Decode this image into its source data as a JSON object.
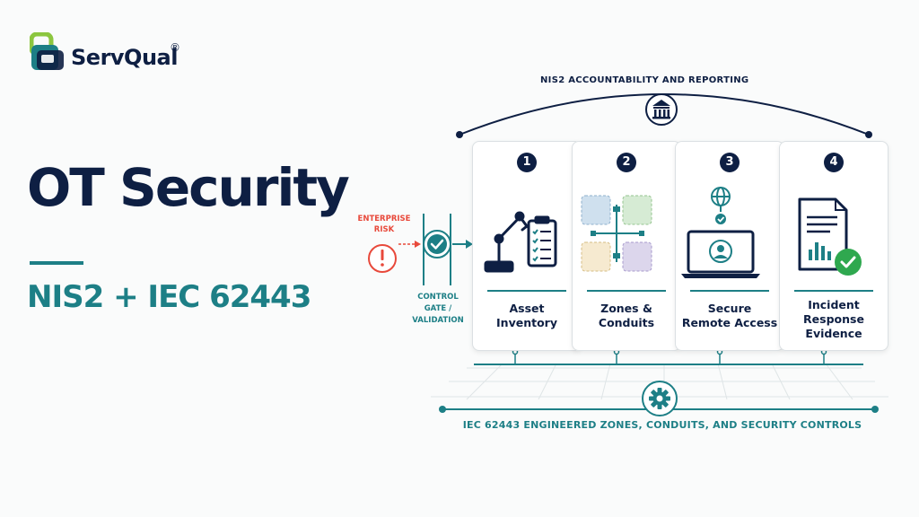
{
  "brand": {
    "name": "ServQual",
    "registered_mark": "®",
    "logo_icon": "layered-lock-logo-icon",
    "colors": {
      "navy": "#0e1f43",
      "teal": "#1d7f86",
      "lime": "#8cc63f"
    }
  },
  "hero": {
    "title": "OT Security",
    "subtitle": "NIS2 + IEC 62443"
  },
  "diagram": {
    "top_label": "NIS2 ACCOUNTABILITY AND REPORTING",
    "top_icon": "government-building-icon",
    "bottom_label": "IEC 62443 ENGINEERED ZONES, CONDUITS, AND SECURITY CONTROLS",
    "bottom_icon": "gear-icon",
    "risk": {
      "label": "ENTERPRISE\nRISK",
      "icon": "exclamation-icon",
      "color": "#e8493b"
    },
    "gate": {
      "label": "CONTROL\nGATE /\nVALIDATION",
      "icon": "checkmark-icon"
    },
    "steps": [
      {
        "number": "1",
        "label": "Asset\nInventory",
        "icon": "robot-arm-checklist-icon"
      },
      {
        "number": "2",
        "label": "Zones &\nConduits",
        "icon": "zones-grid-icon"
      },
      {
        "number": "3",
        "label": "Secure\nRemote Access",
        "icon": "globe-laptop-user-icon"
      },
      {
        "number": "4",
        "label": "Incident\nResponse\nEvidence",
        "icon": "report-checkmark-icon"
      }
    ]
  }
}
